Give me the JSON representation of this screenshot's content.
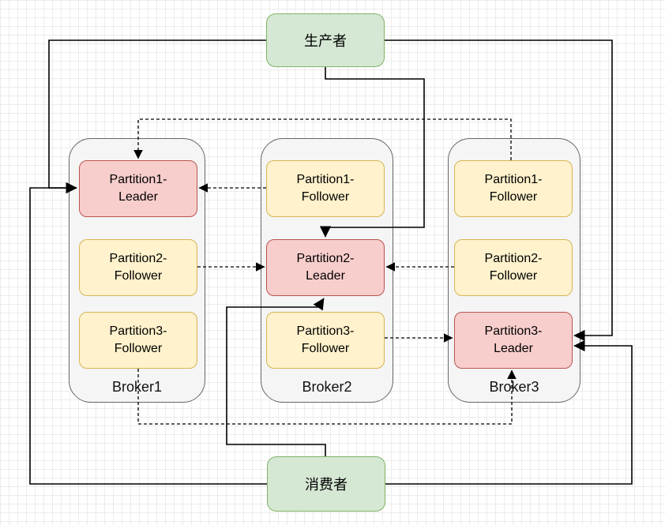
{
  "diagram": {
    "title": "Kafka partition replication diagram",
    "producer": {
      "label": "生产者"
    },
    "consumer": {
      "label": "消费者"
    },
    "brokers": [
      {
        "label": "Broker1",
        "partitions": [
          {
            "line1": "Partition1-",
            "line2": "Leader",
            "role": "leader"
          },
          {
            "line1": "Partition2-",
            "line2": "Follower",
            "role": "follower"
          },
          {
            "line1": "Partition3-",
            "line2": "Follower",
            "role": "follower"
          }
        ]
      },
      {
        "label": "Broker2",
        "partitions": [
          {
            "line1": "Partition1-",
            "line2": "Follower",
            "role": "follower"
          },
          {
            "line1": "Partition2-",
            "line2": "Leader",
            "role": "leader"
          },
          {
            "line1": "Partition3-",
            "line2": "Follower",
            "role": "follower"
          }
        ]
      },
      {
        "label": "Broker3",
        "partitions": [
          {
            "line1": "Partition1-",
            "line2": "Follower",
            "role": "follower"
          },
          {
            "line1": "Partition2-",
            "line2": "Follower",
            "role": "follower"
          },
          {
            "line1": "Partition3-",
            "line2": "Leader",
            "role": "leader"
          }
        ]
      }
    ],
    "edges": [
      {
        "from": "producer",
        "to": "broker1.partition1-leader",
        "style": "solid"
      },
      {
        "from": "producer",
        "to": "broker2.partition2-leader",
        "style": "solid"
      },
      {
        "from": "producer",
        "to": "broker3.partition3-leader",
        "style": "solid"
      },
      {
        "from": "consumer",
        "to": "broker1.partition1-leader",
        "style": "solid"
      },
      {
        "from": "consumer",
        "to": "broker2.partition2-leader",
        "style": "solid"
      },
      {
        "from": "consumer",
        "to": "broker3.partition3-leader",
        "style": "solid"
      },
      {
        "from": "broker2.partition1-follower",
        "to": "broker1.partition1-leader",
        "style": "dashed"
      },
      {
        "from": "broker3.partition1-follower",
        "to": "broker1.partition1-leader",
        "style": "dashed"
      },
      {
        "from": "broker1.partition2-follower",
        "to": "broker2.partition2-leader",
        "style": "dashed"
      },
      {
        "from": "broker3.partition2-follower",
        "to": "broker2.partition2-leader",
        "style": "dashed"
      },
      {
        "from": "broker2.partition3-follower",
        "to": "broker3.partition3-leader",
        "style": "dashed"
      },
      {
        "from": "broker1.partition3-follower",
        "to": "broker3.partition3-leader",
        "style": "dashed"
      }
    ],
    "colors": {
      "endpoint_fill": "#d5e8d4",
      "endpoint_border": "#82b366",
      "leader_fill": "#f8cecc",
      "leader_border": "#b85450",
      "follower_fill": "#fff2cc",
      "follower_border": "#d6b656",
      "broker_fill": "#f5f5f5",
      "broker_border": "#666666",
      "edge": "#000000"
    }
  }
}
